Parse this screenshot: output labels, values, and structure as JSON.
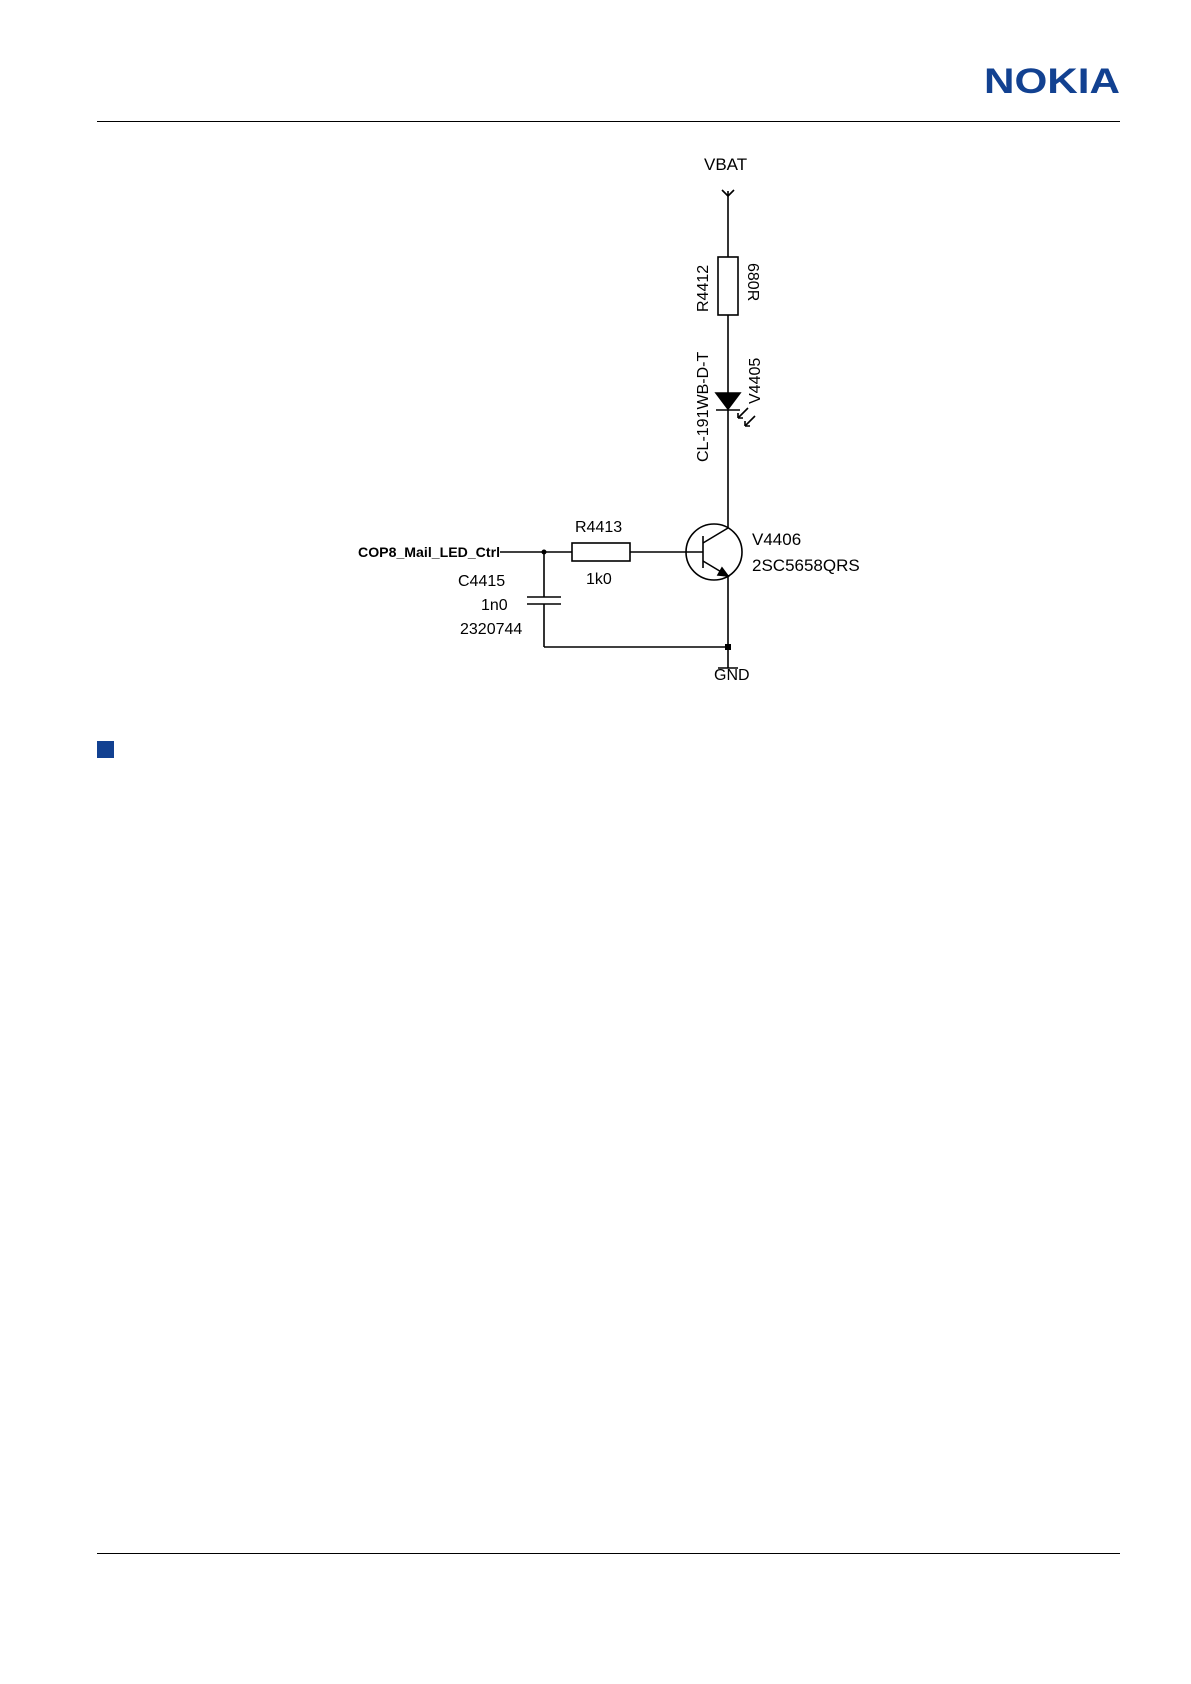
{
  "header": {
    "logo_text": "NOKIA",
    "brand_color": "#124191"
  },
  "schematic": {
    "supply_label": "VBAT",
    "ground_label": "GND",
    "signal_label": "COP8_Mail_LED_Ctrl",
    "r4412": {
      "ref": "R4412",
      "value": "680R"
    },
    "r4413": {
      "ref": "R4413",
      "value": "1k0"
    },
    "led": {
      "ref": "V4405",
      "part": "CL-191WB-D-T"
    },
    "transistor": {
      "ref": "V4406",
      "part": "2SC5658QRS"
    },
    "capacitor": {
      "ref": "C4415",
      "value": "1n0",
      "code": "2320744"
    }
  },
  "section_bullet_color": "#124191"
}
